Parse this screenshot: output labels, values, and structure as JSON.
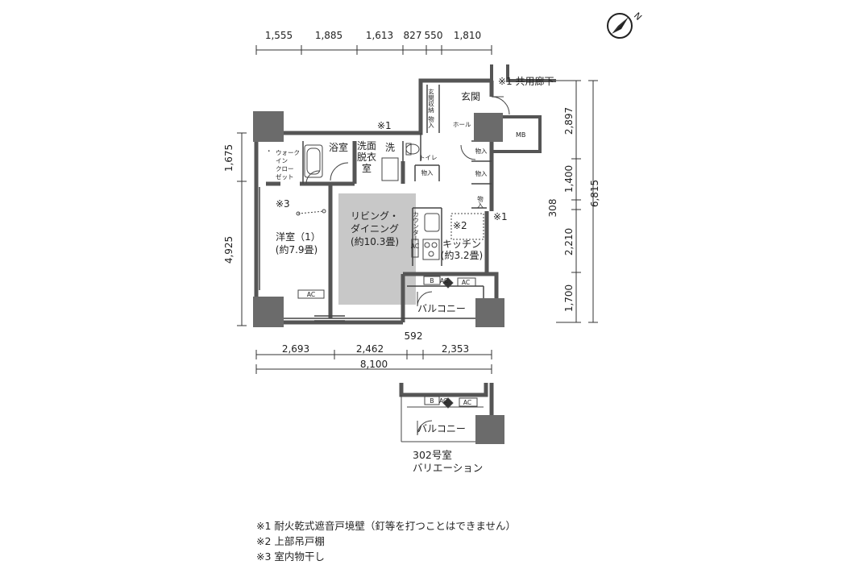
{
  "colors": {
    "wall": "#555555",
    "column": "#6b6b6b",
    "floor_ldk": "#c8c8c8",
    "line": "#333333"
  },
  "compass": {
    "label": "N"
  },
  "top_dims": [
    "1,555",
    "1,885",
    "1,613",
    "827",
    "550",
    "1,810"
  ],
  "bottom_dims": {
    "row1": [
      "2,693",
      "2,462",
      "2,353"
    ],
    "mid": "592",
    "total": "8,100"
  },
  "left_dims": [
    "1,675",
    "4,925"
  ],
  "right_dims": {
    "inner": [
      "2,897",
      "1,400",
      "308",
      "2,210",
      "1,700"
    ],
    "total": "6,815"
  },
  "rooms": {
    "genkan": "玄関",
    "genkan_storage": "玄関収納",
    "hall": "ホール",
    "corridor": "※1 共用廊下",
    "mb": "MB",
    "bath": "浴室",
    "washroom": [
      "洗面",
      "脱衣",
      "室"
    ],
    "sen": "洗",
    "toilet": "トイレ",
    "wic": [
      "ウォーク",
      "イン",
      "クロー",
      "ゼット"
    ],
    "wic_mark": "・",
    "western": [
      "洋室（1）",
      "(約7.9畳)"
    ],
    "ldk": [
      "リビング・",
      "ダイニング",
      "(約10.3畳)"
    ],
    "kitchen": [
      "キッチン",
      "(約3.2畳)"
    ],
    "counter": "カウンター",
    "balcony": "バルコニー",
    "storage": "物入",
    "ac": "AC",
    "b": "B"
  },
  "marks": {
    "m1": "※1",
    "m2": "※2",
    "m3": "※3"
  },
  "variation": {
    "room": "302号室",
    "label": "バリエーション",
    "balcony": "バルコニー"
  },
  "notes": [
    "※1 耐火乾式遮音戸境壁（釘等を打つことはできません）",
    "※2 上部吊戸棚",
    "※3 室内物干し"
  ]
}
